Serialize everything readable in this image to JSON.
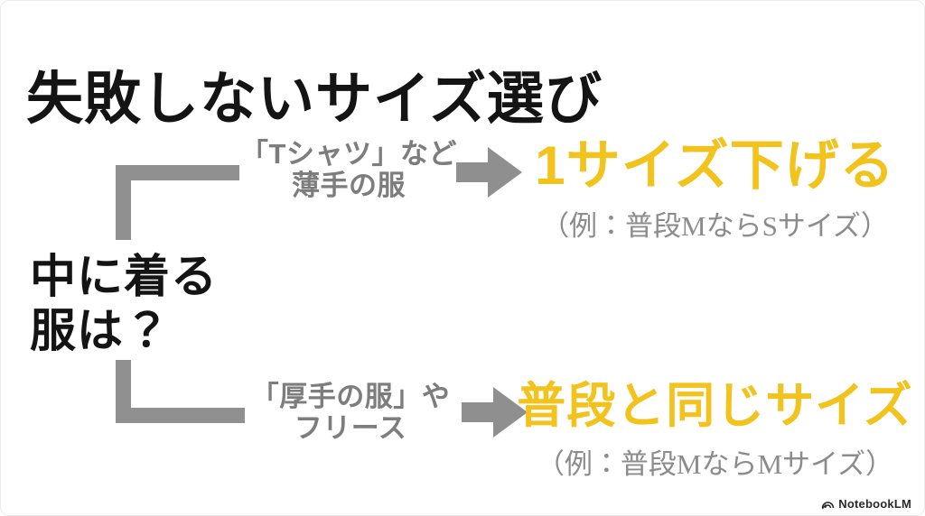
{
  "title": "失敗しないサイズ選び",
  "question": {
    "line1": "中に着る",
    "line2": "服は？"
  },
  "branches": [
    {
      "condition_line1": "「Tシャツ」など",
      "condition_line2": "薄手の服",
      "result": "1サイズ下げる",
      "example": "（例：普段MならSサイズ）"
    },
    {
      "condition_line1": "「厚手の服」や",
      "condition_line2": "フリース",
      "result": "普段と同じサイズ",
      "example": "（例：普段MならMサイズ）"
    }
  ],
  "colors": {
    "accent_yellow": "#F2C31D",
    "connector_gray": "#909090",
    "condition_gray": "#7D7D7D",
    "example_gray": "#8C8C8C",
    "text_black": "#141414"
  },
  "footer": {
    "brand": "NotebookLM"
  }
}
